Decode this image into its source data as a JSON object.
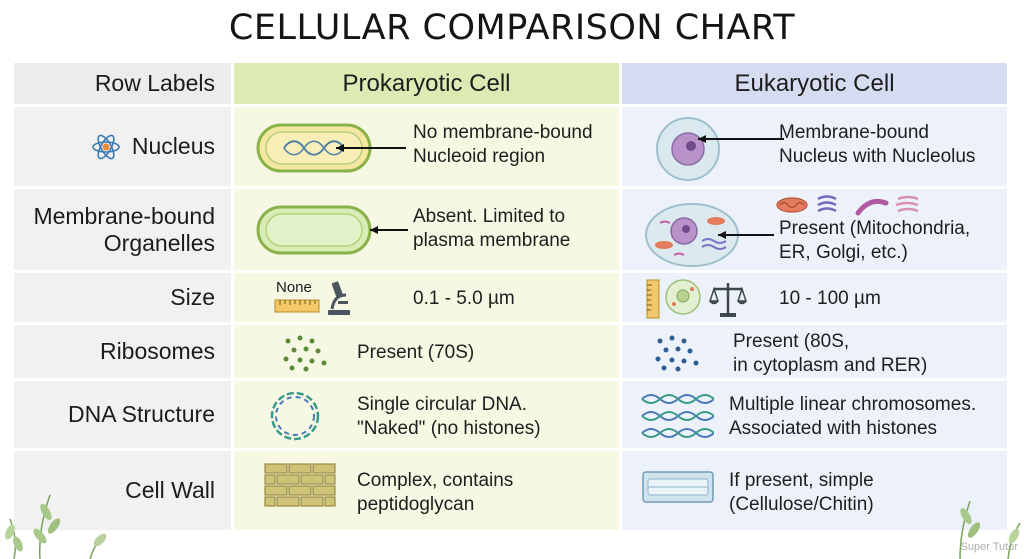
{
  "title": "CELLULAR COMPARISON CHART",
  "headers": {
    "labels": "Row Labels",
    "prokaryotic": "Prokaryotic Cell",
    "eukaryotic": "Eukaryotic Cell"
  },
  "rows": {
    "nucleus": {
      "label": "Nucleus",
      "pro": [
        "No membrane-bound",
        "Nucleoid region"
      ],
      "euk": [
        "Membrane-bound",
        "Nucleus with Nucleolus"
      ]
    },
    "organelles": {
      "label": [
        "Membrane-bound",
        "Organelles"
      ],
      "pro": [
        "Absent. Limited to",
        "plasma membrane"
      ],
      "euk": [
        "Present (Mitochondria,",
        "ER, Golgi, etc.)"
      ]
    },
    "size": {
      "label": "Size",
      "pro_badge": "None",
      "pro": "0.1 - 5.0 µm",
      "euk": "10 - 100 µm"
    },
    "ribosomes": {
      "label": "Ribosomes",
      "pro": "Present (70S)",
      "euk": [
        "Present (80S,",
        "in cytoplasm and RER)"
      ]
    },
    "dna": {
      "label": "DNA Structure",
      "pro": [
        "Single circular DNA.",
        "\"Naked\" (no histones)"
      ],
      "euk": [
        "Multiple linear chromosomes.",
        "Associated with histones"
      ]
    },
    "wall": {
      "label": "Cell Wall",
      "pro": [
        "Complex, contains",
        "peptidoglycan"
      ],
      "euk": [
        "If present, simple",
        "(Cellulose/Chitin)"
      ]
    }
  },
  "watermark": "Super Tutor",
  "colors": {
    "prokaryotic_header": "#dcebb4",
    "eukaryotic_header": "#d5dcf2",
    "prokaryotic_cell": "#f6f8e3",
    "eukaryotic_cell": "#edf2fa"
  },
  "icons": [
    "atom-icon",
    "ruler-icon",
    "microscope-icon",
    "balance-scale-icon",
    "ribosome-dots-icon",
    "dna-helix-icon",
    "brick-wall-icon",
    "leaf-sprig-icon"
  ]
}
